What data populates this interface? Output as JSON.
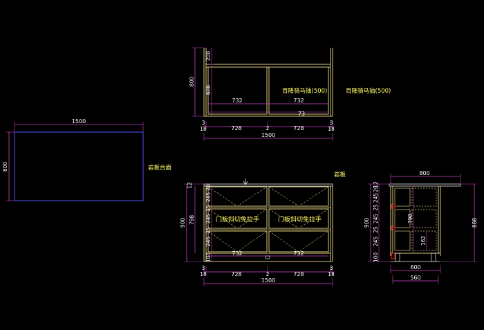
{
  "colors": {
    "background": "#000000",
    "frame": "#d8c878",
    "dimension_line": "#d040d0",
    "outline_blue": "#5050ff",
    "text_white": "#ffffff",
    "text_yellow": "#ffff66",
    "hidden_line": "#b0a060",
    "red_marker": "#ff2020",
    "white_line": "#e8e8e8"
  },
  "plan_view": {
    "width_label": "1500",
    "depth_label": "800",
    "label": "岩板台面"
  },
  "upper_view": {
    "height_total": "800",
    "height_top": "200",
    "height_main": "600",
    "inner_left": "732",
    "inner_right": "732",
    "inner_bottom": "73",
    "label_left": "百隆骑马抽(500)",
    "label_right": "百隆骑马抽(500)",
    "bottom_dims": [
      "3",
      "18",
      "728",
      "2",
      "728",
      "3",
      "18"
    ],
    "overall_width": "1500"
  },
  "front_view": {
    "top_label": "岩板",
    "left_total": "900",
    "left_inner": "798",
    "left_top_1": "12",
    "left_top_2": "20",
    "left_bottom": "100",
    "rows": [
      "245",
      "25",
      "245",
      "25",
      "245"
    ],
    "door_label_left": "门板斜切免拉手",
    "door_label_right": "门板斜切免拉手",
    "inner_left": "732",
    "inner_right": "732",
    "bottom_dims": [
      "3",
      "18",
      "728",
      "2",
      "728",
      "3",
      "18"
    ],
    "overall_width": "1500"
  },
  "side_view": {
    "top_width": "800",
    "right_height": "888",
    "left_total": "900",
    "left_top_1": "12",
    "left_top_2": "20",
    "left_bottom": "100",
    "rows": [
      "245",
      "25",
      "245",
      "25",
      "245"
    ],
    "inner_height": "798",
    "inner_small": "162",
    "bottom_width_1": "600",
    "bottom_width_2": "560"
  }
}
